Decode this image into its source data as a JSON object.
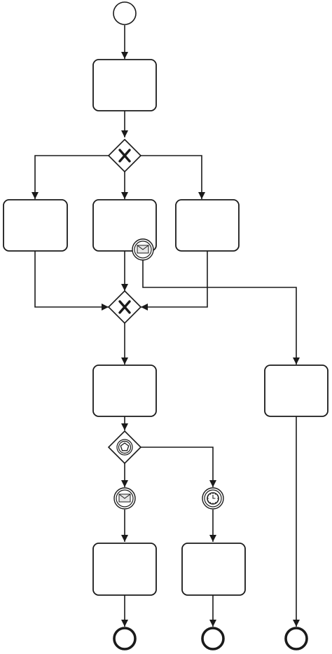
{
  "diagram": {
    "type": "bpmn-process",
    "colors": {
      "stroke": "#1a1a1a",
      "fill": "#ffffff",
      "event_marker_fill": "#e6e6e6"
    },
    "nodes": [
      {
        "id": "start",
        "kind": "start-event",
        "label": ""
      },
      {
        "id": "task-1",
        "kind": "task",
        "label": ""
      },
      {
        "id": "gateway-split",
        "kind": "exclusive-gateway",
        "icon": "x-icon"
      },
      {
        "id": "task-left",
        "kind": "task",
        "label": ""
      },
      {
        "id": "task-middle",
        "kind": "task",
        "label": ""
      },
      {
        "id": "task-right",
        "kind": "task",
        "label": ""
      },
      {
        "id": "boundary-message",
        "kind": "boundary-message-event",
        "icon": "envelope-icon"
      },
      {
        "id": "gateway-merge",
        "kind": "exclusive-gateway",
        "icon": "x-icon"
      },
      {
        "id": "task-after-merge",
        "kind": "task",
        "label": ""
      },
      {
        "id": "task-escalation",
        "kind": "task",
        "label": ""
      },
      {
        "id": "gateway-event",
        "kind": "event-based-gateway",
        "icon": "pentagon-icon"
      },
      {
        "id": "catch-message",
        "kind": "intermediate-message-catch-event",
        "icon": "envelope-icon"
      },
      {
        "id": "catch-timer",
        "kind": "intermediate-timer-catch-event",
        "icon": "clock-icon"
      },
      {
        "id": "task-message-path",
        "kind": "task",
        "label": ""
      },
      {
        "id": "task-timer-path",
        "kind": "task",
        "label": ""
      },
      {
        "id": "end-1",
        "kind": "end-event",
        "label": ""
      },
      {
        "id": "end-2",
        "kind": "end-event",
        "label": ""
      },
      {
        "id": "end-3",
        "kind": "end-event",
        "label": ""
      }
    ],
    "edges": [
      {
        "from": "start",
        "to": "task-1"
      },
      {
        "from": "task-1",
        "to": "gateway-split"
      },
      {
        "from": "gateway-split",
        "to": "task-left"
      },
      {
        "from": "gateway-split",
        "to": "task-middle"
      },
      {
        "from": "gateway-split",
        "to": "task-right"
      },
      {
        "from": "task-left",
        "to": "gateway-merge"
      },
      {
        "from": "task-middle",
        "to": "gateway-merge"
      },
      {
        "from": "task-right",
        "to": "gateway-merge"
      },
      {
        "from": "boundary-message",
        "to": "task-escalation"
      },
      {
        "from": "gateway-merge",
        "to": "task-after-merge"
      },
      {
        "from": "task-after-merge",
        "to": "gateway-event"
      },
      {
        "from": "gateway-event",
        "to": "catch-message"
      },
      {
        "from": "gateway-event",
        "to": "catch-timer"
      },
      {
        "from": "catch-message",
        "to": "task-message-path"
      },
      {
        "from": "catch-timer",
        "to": "task-timer-path"
      },
      {
        "from": "task-message-path",
        "to": "end-1"
      },
      {
        "from": "task-timer-path",
        "to": "end-2"
      },
      {
        "from": "task-escalation",
        "to": "end-3"
      }
    ]
  }
}
